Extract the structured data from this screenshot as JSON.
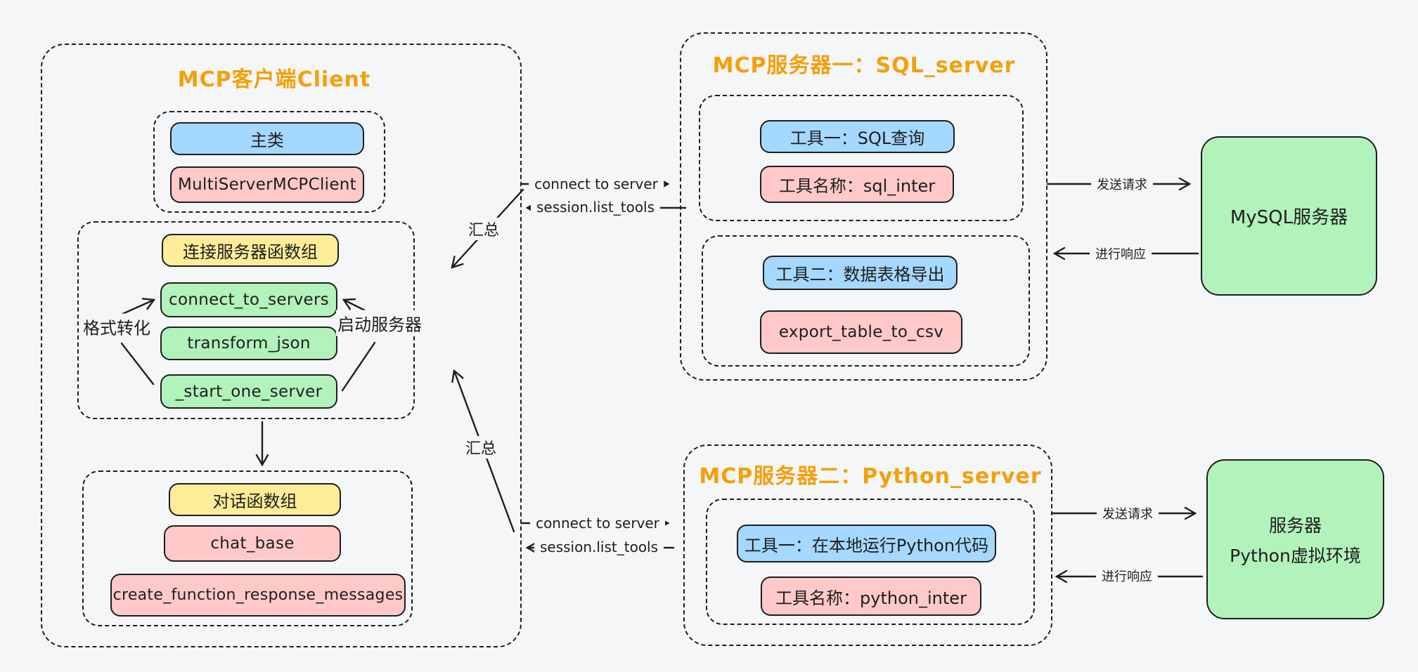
{
  "palette": {
    "background": "#f5f6f8",
    "stroke": "#1e1e1e",
    "accent_orange": "#f59f0a",
    "fill_blue": "#a5d8ff",
    "fill_pink": "#ffc9c9",
    "fill_yellow": "#ffec99",
    "fill_green": "#b2f2bb"
  },
  "client": {
    "title": "MCP客户端Client",
    "main_class_group": {
      "main_class": "主类",
      "implementation": "MultiServerMCPClient"
    },
    "connect_group": {
      "header": "连接服务器函数组",
      "fn_connect": "connect_to_servers",
      "fn_transform": "transform_json",
      "fn_start": "_start_one_server",
      "label_format": "格式转化",
      "label_start": "启动服务器"
    },
    "chat_group": {
      "header": "对话函数组",
      "fn_chat": "chat_base",
      "fn_create": "create_function_response_messages"
    }
  },
  "sql_server": {
    "title": "MCP服务器一：SQL_server",
    "tool1": {
      "title": "工具一：SQL查询",
      "name": "工具名称：sql_inter"
    },
    "tool2": {
      "title": "工具二：数据表格导出",
      "name": "export_table_to_csv"
    }
  },
  "python_server": {
    "title": "MCP服务器二：Python_server",
    "tool1": {
      "title": "工具一：在本地运行Python代码",
      "name": "工具名称：python_inter"
    }
  },
  "mysql_server": {
    "label": "MySQL服务器"
  },
  "python_env": {
    "line1": "服务器",
    "line2": "Python虚拟环境"
  },
  "edges": {
    "sql_connect": "connect to server",
    "sql_list_tools": "session.list_tools",
    "sql_summary": "汇总",
    "py_connect": "connect to server",
    "py_list_tools": "session.list_tools",
    "py_summary": "汇总",
    "sql_send": "发送请求",
    "sql_response": "进行响应",
    "py_send": "发送请求",
    "py_response": "进行响应"
  }
}
